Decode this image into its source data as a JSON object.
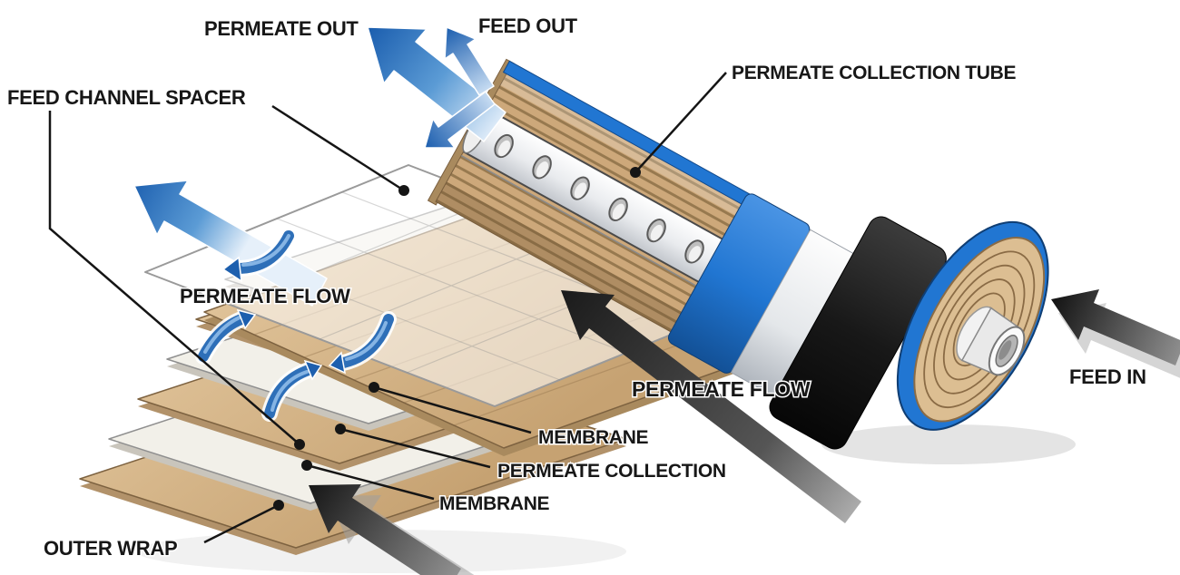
{
  "diagram": {
    "title_context": "Spiral-wound membrane element cutaway diagram",
    "labels": {
      "permeate_out": "PERMEATE OUT",
      "feed_out": "FEED OUT",
      "permeate_collection_tube": "PERMEATE COLLECTION TUBE",
      "feed_channel_spacer": "FEED CHANNEL SPACER",
      "permeate_flow_left": "PERMEATE FLOW",
      "permeate_flow_right": "PERMEATE FLOW",
      "feed_in": "FEED IN",
      "membrane_upper": "MEMBRANE",
      "permeate_collection": "PERMEATE COLLECTION",
      "membrane_lower": "MEMBRANE",
      "outer_wrap": "OUTER WRAP"
    },
    "arrows": [
      {
        "name": "permeate-out-arrow",
        "color": "blue",
        "direction": "up-left"
      },
      {
        "name": "feed-out-arrow-upper",
        "color": "blue",
        "direction": "up-left"
      },
      {
        "name": "feed-out-arrow-lower",
        "color": "blue",
        "direction": "down-left"
      },
      {
        "name": "stack-permeate-out-arrow",
        "color": "blue",
        "direction": "up-left"
      },
      {
        "name": "permeate-flow-curved-arrows",
        "color": "blue",
        "count": 4
      },
      {
        "name": "permeate-flow-arrow",
        "color": "black",
        "direction": "up-left"
      },
      {
        "name": "feed-in-arrow",
        "color": "black",
        "direction": "left"
      },
      {
        "name": "feed-bottom-arrow",
        "color": "black",
        "direction": "up-left"
      }
    ],
    "colors": {
      "background": "#ffffff",
      "membrane_tan": "#D9BC92",
      "membrane_tan_dark": "#B2926A",
      "stripe_dark": "#97794F",
      "white_sheet": "#F2F0E9",
      "arrow_blue_dark": "#1A5DAE",
      "arrow_blue_light": "#D9E8F7",
      "band_blue": "#2176D2",
      "band_white": "#F2F2F2",
      "band_black": "#161616",
      "leader_line": "#151515",
      "label_text": "#171717"
    }
  }
}
